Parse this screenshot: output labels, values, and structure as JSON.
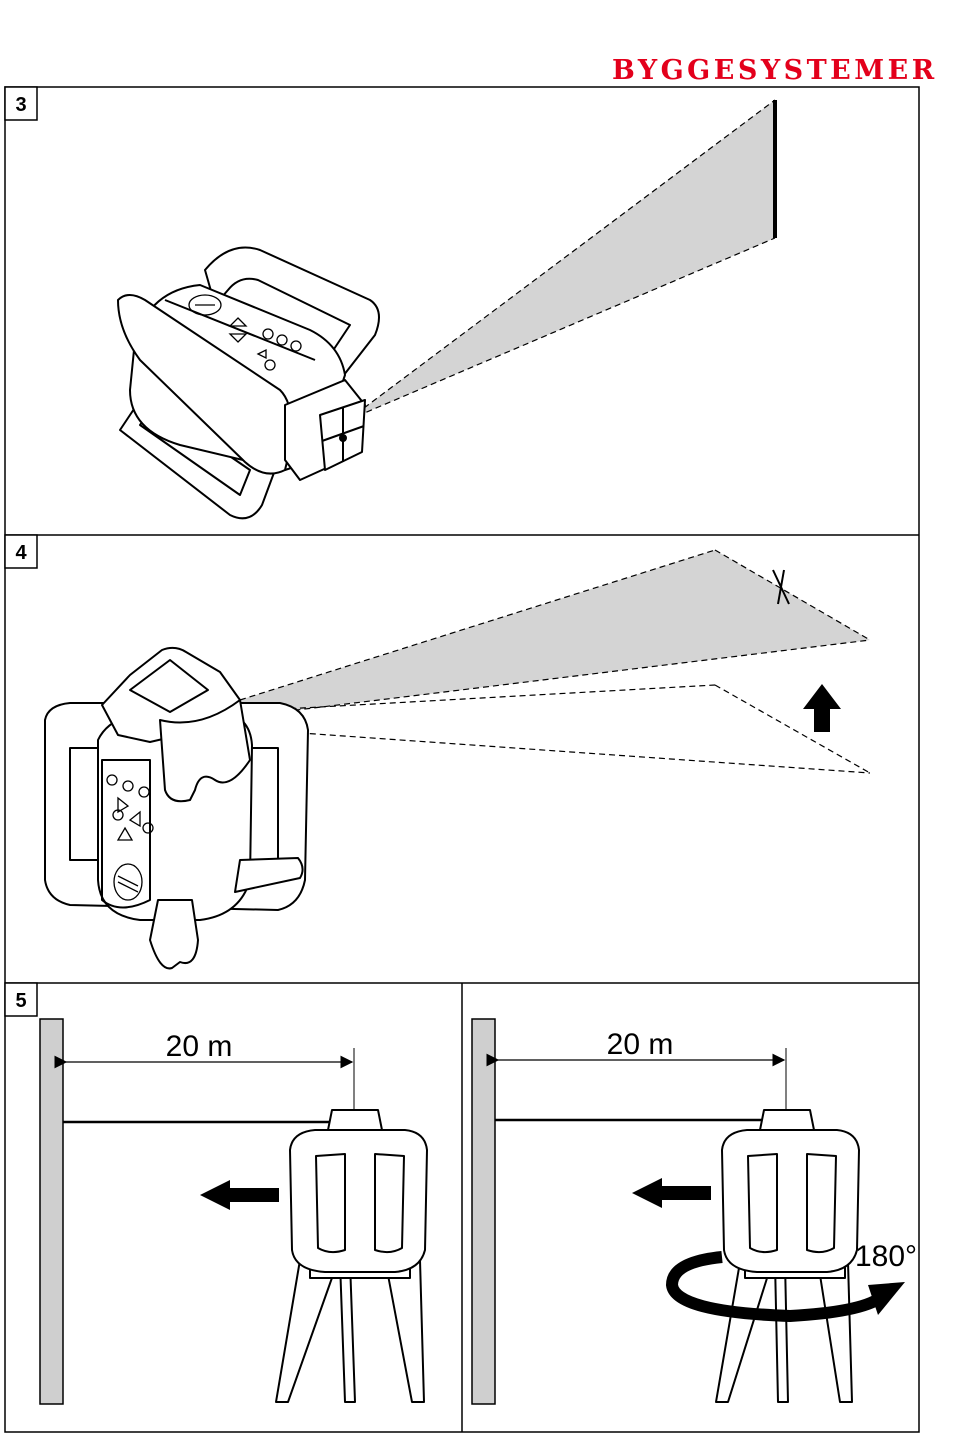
{
  "header": {
    "brand": "BYGGESYSTEMER"
  },
  "figures": [
    {
      "number": "3"
    },
    {
      "number": "4"
    },
    {
      "number": "5",
      "left": {
        "distance": "20 m"
      },
      "right": {
        "distance": "20 m",
        "rotation": "180°"
      }
    }
  ],
  "colors": {
    "brand": "#e3001b",
    "beam_fill": "#d4d4d4",
    "wall_fill": "#cfcfcf",
    "line": "#000000"
  }
}
